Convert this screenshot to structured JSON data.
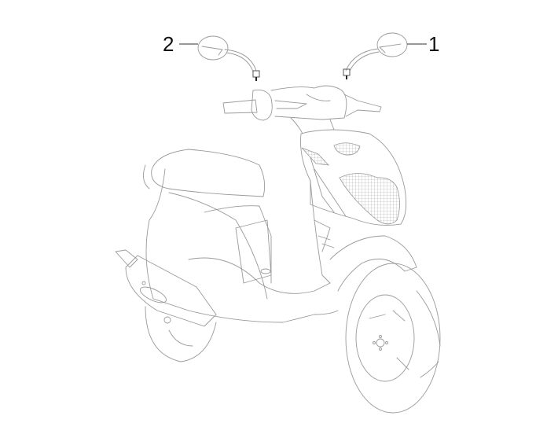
{
  "diagram": {
    "subject": "scooter exploded parts view - rear-view mirrors",
    "colors": {
      "line": "#9a9a9a",
      "callout": "#111111",
      "background": "#ffffff"
    },
    "callouts": [
      {
        "id": "1",
        "label": "1",
        "part": "right mirror"
      },
      {
        "id": "2",
        "label": "2",
        "part": "left mirror"
      }
    ]
  }
}
